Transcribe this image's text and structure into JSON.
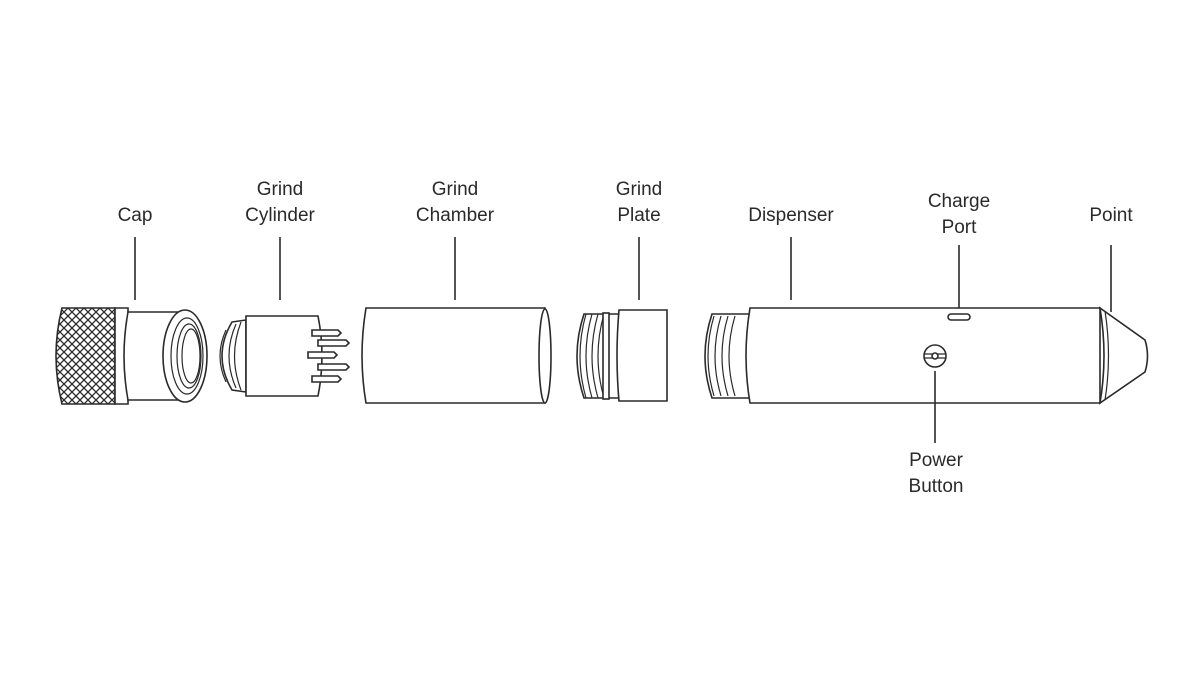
{
  "labels": {
    "cap": "Cap",
    "grind_cylinder": [
      "Grind",
      "Cylinder"
    ],
    "grind_chamber": [
      "Grind",
      "Chamber"
    ],
    "grind_plate": [
      "Grind",
      "Plate"
    ],
    "dispenser": "Dispenser",
    "charge_port": [
      "Charge",
      "Port"
    ],
    "point": "Point",
    "power_button": [
      "Power",
      "Button"
    ]
  }
}
